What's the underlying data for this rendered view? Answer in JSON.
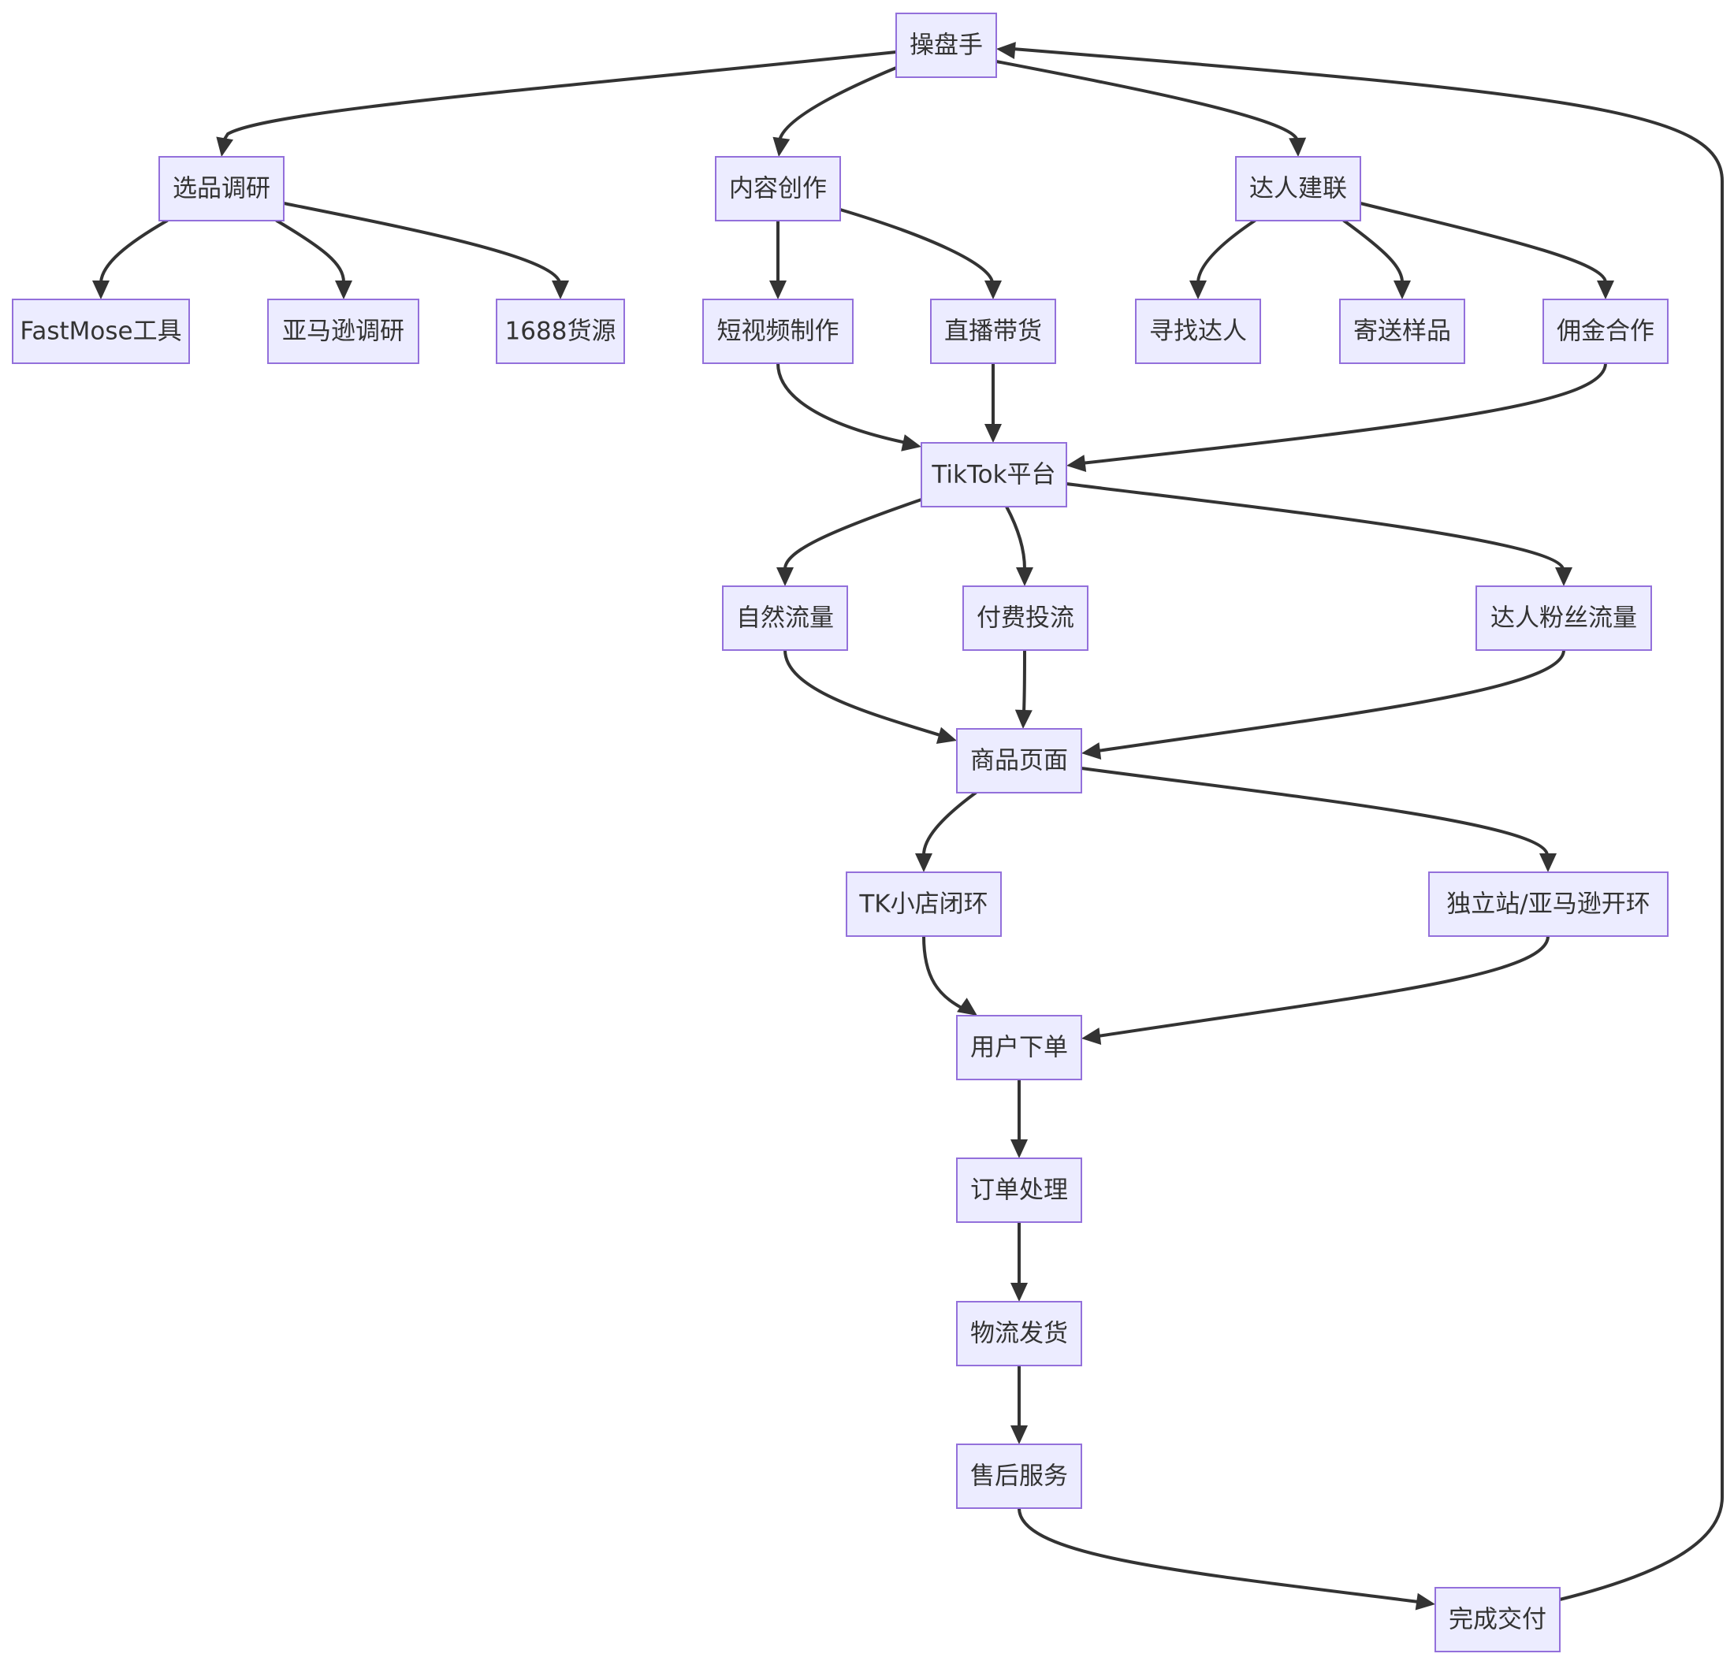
{
  "diagram": {
    "nodes": [
      {
        "id": "caopanshou",
        "label": "操盘手"
      },
      {
        "id": "xuanpin",
        "label": "选品调研"
      },
      {
        "id": "neirong",
        "label": "内容创作"
      },
      {
        "id": "daren",
        "label": "达人建联"
      },
      {
        "id": "fastmose",
        "label": "FastMose工具"
      },
      {
        "id": "amazon",
        "label": "亚马逊调研"
      },
      {
        "id": "1688",
        "label": "1688货源"
      },
      {
        "id": "duanshipin",
        "label": "短视频制作"
      },
      {
        "id": "zhibo",
        "label": "直播带货"
      },
      {
        "id": "xunzhao",
        "label": "寻找达人"
      },
      {
        "id": "jisong",
        "label": "寄送样品"
      },
      {
        "id": "yongjin",
        "label": "佣金合作"
      },
      {
        "id": "tiktok",
        "label": "TikTok平台"
      },
      {
        "id": "ziran",
        "label": "自然流量"
      },
      {
        "id": "fufei",
        "label": "付费投流"
      },
      {
        "id": "darenfensi",
        "label": "达人粉丝流量"
      },
      {
        "id": "shangpin",
        "label": "商品页面"
      },
      {
        "id": "tkxiaodian",
        "label": "TK小店闭环"
      },
      {
        "id": "dulizhan",
        "label": "独立站/亚马逊开环"
      },
      {
        "id": "xiadan",
        "label": "用户下单"
      },
      {
        "id": "dingdan",
        "label": "订单处理"
      },
      {
        "id": "wuliu",
        "label": "物流发货"
      },
      {
        "id": "shouhou",
        "label": "售后服务"
      },
      {
        "id": "jiaofu",
        "label": "完成交付"
      }
    ],
    "edges": [
      {
        "from": "caopanshou",
        "to": "xuanpin"
      },
      {
        "from": "caopanshou",
        "to": "neirong"
      },
      {
        "from": "caopanshou",
        "to": "daren"
      },
      {
        "from": "xuanpin",
        "to": "fastmose"
      },
      {
        "from": "xuanpin",
        "to": "amazon"
      },
      {
        "from": "xuanpin",
        "to": "1688"
      },
      {
        "from": "neirong",
        "to": "duanshipin"
      },
      {
        "from": "neirong",
        "to": "zhibo"
      },
      {
        "from": "daren",
        "to": "xunzhao"
      },
      {
        "from": "daren",
        "to": "jisong"
      },
      {
        "from": "daren",
        "to": "yongjin"
      },
      {
        "from": "duanshipin",
        "to": "tiktok"
      },
      {
        "from": "zhibo",
        "to": "tiktok"
      },
      {
        "from": "yongjin",
        "to": "tiktok"
      },
      {
        "from": "tiktok",
        "to": "ziran"
      },
      {
        "from": "tiktok",
        "to": "fufei"
      },
      {
        "from": "tiktok",
        "to": "darenfensi"
      },
      {
        "from": "ziran",
        "to": "shangpin"
      },
      {
        "from": "fufei",
        "to": "shangpin"
      },
      {
        "from": "darenfensi",
        "to": "shangpin"
      },
      {
        "from": "shangpin",
        "to": "tkxiaodian"
      },
      {
        "from": "shangpin",
        "to": "dulizhan"
      },
      {
        "from": "tkxiaodian",
        "to": "xiadan"
      },
      {
        "from": "dulizhan",
        "to": "xiadan"
      },
      {
        "from": "xiadan",
        "to": "dingdan"
      },
      {
        "from": "dingdan",
        "to": "wuliu"
      },
      {
        "from": "wuliu",
        "to": "shouhou"
      },
      {
        "from": "shouhou",
        "to": "jiaofu"
      },
      {
        "from": "jiaofu",
        "to": "caopanshou"
      }
    ]
  },
  "colors": {
    "node_fill": "#ECECFF",
    "node_stroke": "#9370DB",
    "edge": "#333333",
    "text": "#333333"
  }
}
